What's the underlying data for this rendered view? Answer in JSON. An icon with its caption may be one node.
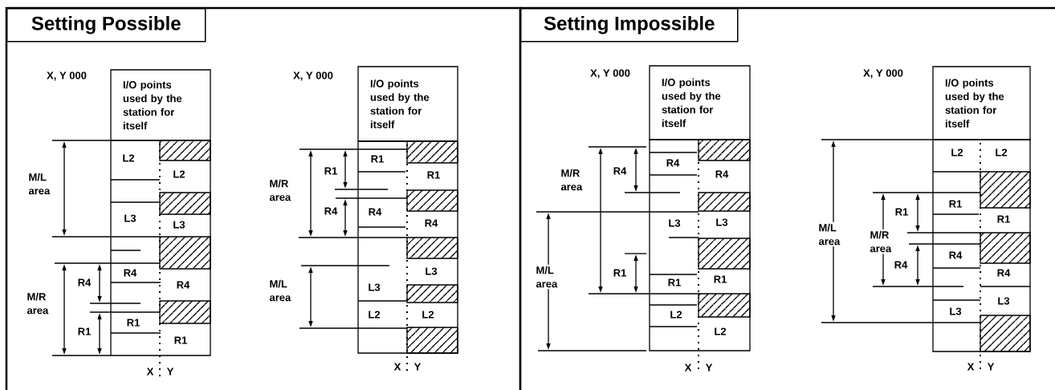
{
  "diagram": {
    "nodes": [
      {
        "text": [
          "Setting Possible"
        ]
      },
      {
        "text": [
          "I/O points used by the station for itself"
        ],
        "in": 0
      },
      {
        "text": [
          "I/O points used by the station for itself"
        ],
        "in": 0
      },
      {
        "text": [
          "Setting Impossible"
        ]
      },
      {
        "text": [
          "I/O points used by the station for itself"
        ],
        "in": 3
      },
      {
        "text": [
          "I/O points used by the station for itself"
        ],
        "in": 3
      }
    ],
    "labels": [
      "X, Y 000",
      "L2",
      "M/L area",
      "L2",
      "L3",
      "L3",
      "R4",
      "R4",
      "R4",
      "M/R area",
      "R1",
      "R1",
      "R1",
      "X",
      "Y",
      "X, Y 000",
      "R1",
      "R1",
      "R1",
      "M/R area",
      "R4",
      "R4",
      "R4",
      "L3",
      "M/L area",
      "L3",
      "L2",
      "L2",
      "X",
      "Y",
      "X, Y 000",
      "R4",
      "R4",
      "M/R area",
      "R4",
      "L3",
      "L3",
      "M/L area",
      "R1",
      "R1",
      "R1",
      "L2",
      "L2",
      "X",
      "Y",
      "X, Y 000",
      "L2",
      "L2",
      "R1",
      "R1",
      "R1",
      "M/L area",
      "M/R area",
      "R4",
      "R4",
      "R4",
      "L3",
      "L3",
      "X",
      "Y"
    ]
  }
}
